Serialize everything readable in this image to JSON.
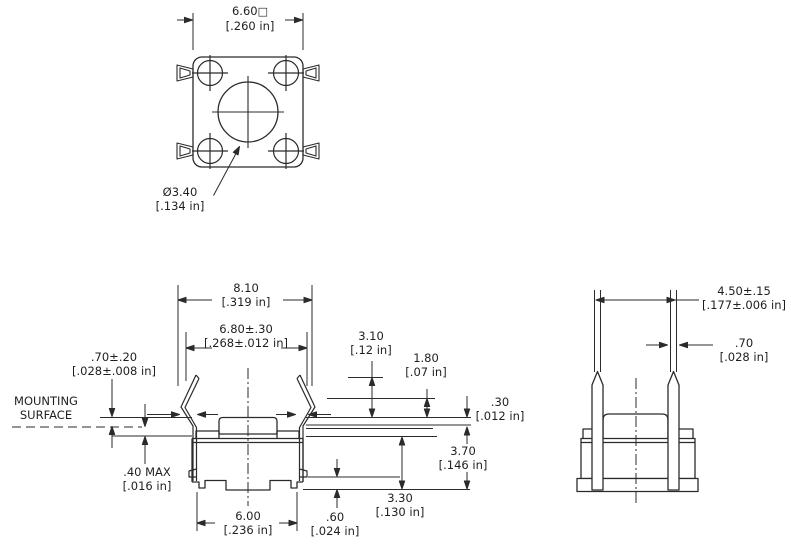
{
  "colors": {
    "line": "#2b2b2b",
    "text": "#1f1f1f",
    "background": "#ffffff"
  },
  "top_view": {
    "side": {
      "mm": "6.60",
      "symbol": "□",
      "inch": "[.260 in]"
    },
    "button_diameter": {
      "mm": "Ø3.40",
      "inch": "[.134 in]"
    }
  },
  "front_view": {
    "mounting_surface": {
      "line1": "MOUNTING",
      "line2": "SURFACE"
    },
    "dims": {
      "overall_width": {
        "mm": "8.10",
        "inch": "[.319 in]"
      },
      "clip_width": {
        "mm": "6.80±.30",
        "inch": "[.268±.012 in]"
      },
      "standoff": {
        "mm": ".70±.20",
        "inch": "[.028±.008 in]"
      },
      "pcb_gap": {
        "mm": ".40 MAX",
        "inch": "[.016 in]"
      },
      "actuator_height": {
        "mm": "3.10",
        "inch": "[.12 in]"
      },
      "clip_rise": {
        "mm": "1.80",
        "inch": "[.07 in]"
      },
      "plate_offset": {
        "mm": ".30",
        "inch": "[.012 in]"
      },
      "depth_below": {
        "mm": "3.70",
        "inch": "[.146 in]"
      },
      "body_height": {
        "mm": "3.30",
        "inch": "[.130 in]"
      },
      "foot_step": {
        "mm": ".60",
        "inch": "[.024 in]"
      },
      "body_width": {
        "mm": "6.00",
        "inch": "[.236 in]"
      }
    }
  },
  "side_view": {
    "dims": {
      "lead_spacing": {
        "mm": "4.50±.15",
        "inch": "[.177±.006 in]"
      },
      "lead_width": {
        "mm": ".70",
        "inch": "[.028 in]"
      }
    }
  }
}
